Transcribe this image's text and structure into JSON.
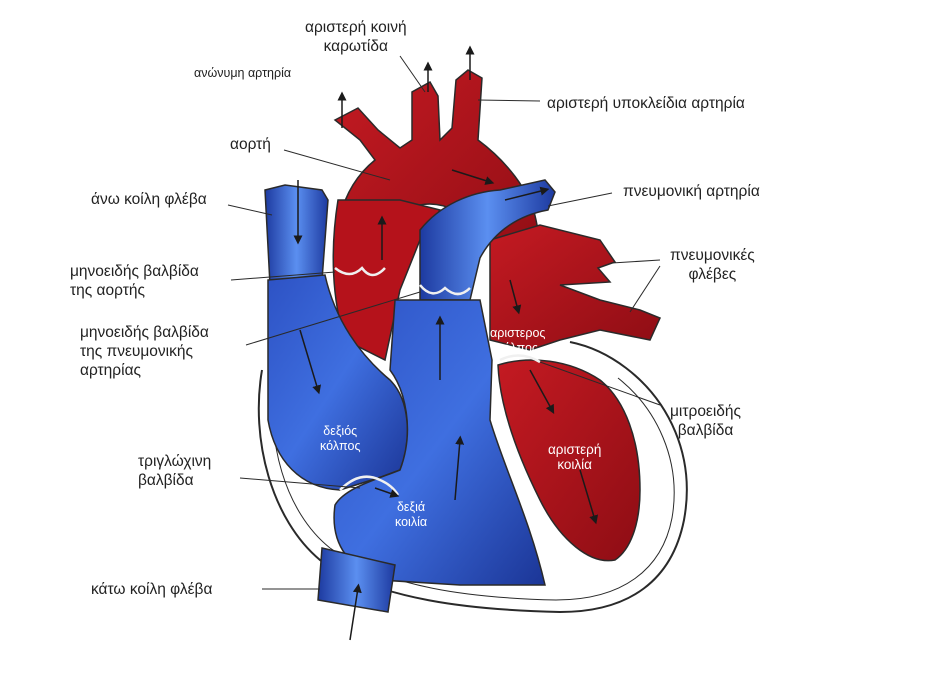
{
  "labels": {
    "left_common_carotid": [
      "αριστερή κοινή",
      "καρωτίδα"
    ],
    "innominate_artery": "ανώνυμη αρτηρία",
    "left_subclavian_artery": "αριστερή υποκλείδια αρτηρία",
    "aorta": "αορτή",
    "pulmonary_artery": "πνευμονική αρτηρία",
    "superior_vena_cava": "άνω κοίλη φλέβα",
    "pulmonary_veins": [
      "πνευμονικές",
      "φλέβες"
    ],
    "aortic_semilunar_valve": [
      "μηνοειδής βαλβίδα",
      "της αορτής"
    ],
    "pulmonary_semilunar_valve": [
      "μηνοειδής βαλβίδα",
      "της πνευμονικής",
      "αρτηρίας"
    ],
    "left_atrium": [
      "αριστερος",
      "κόλπος"
    ],
    "mitral_valve": [
      "μιτροειδής",
      "βαλβίδα"
    ],
    "right_atrium": [
      "δεξιός",
      "κόλπος"
    ],
    "tricuspid_valve": [
      "τριγλώχινη",
      "βαλβίδα"
    ],
    "left_ventricle": [
      "αριστερή",
      "κοιλία"
    ],
    "right_ventricle": [
      "δεξιά",
      "κοιλία"
    ],
    "inferior_vena_cava": "κάτω κοίλη φλέβα"
  },
  "colors": {
    "oxygenated_blood": "#b5121b",
    "deoxygenated_blood": "#1f3fa8",
    "outline": "#2a2a2a"
  }
}
